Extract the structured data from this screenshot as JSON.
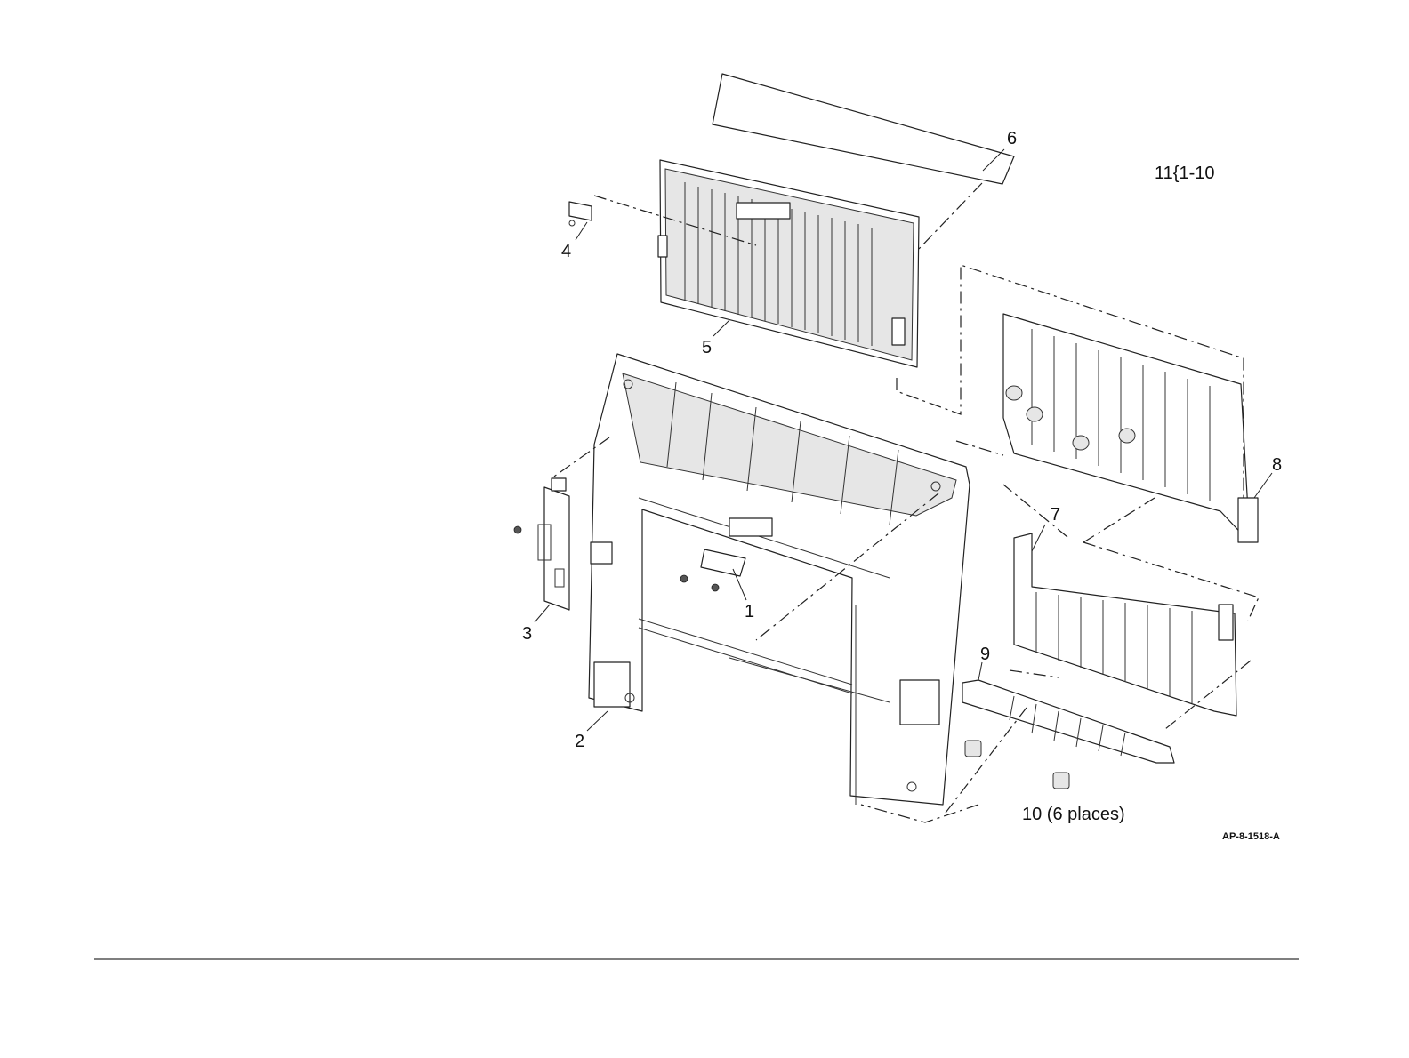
{
  "figure": {
    "callouts": {
      "c1": "1",
      "c2": "2",
      "c3": "3",
      "c4": "4",
      "c5": "5",
      "c6": "6",
      "c7": "7",
      "c8": "8",
      "c9": "9",
      "c10": "10 (6 places)",
      "c11": "11{1-10"
    },
    "drawing_id": "AP-8-1518-A"
  }
}
